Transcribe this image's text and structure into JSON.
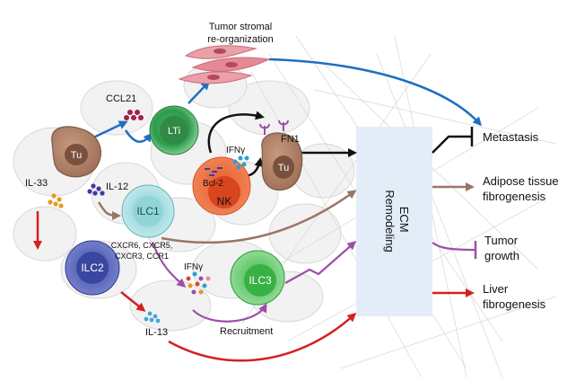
{
  "labels": {
    "tumor_stromal_line1": "Tumor stromal",
    "tumor_stromal_line2": "re-organization",
    "ccl21": "CCL21",
    "il12": "IL-12",
    "il33": "IL-33",
    "il13": "IL-13",
    "ifn_top": "IFNγ",
    "ifn_bottom": "IFNγ",
    "fn1": "FN1",
    "bcl2": "Bcl-2",
    "receptors_line1": "CXCR6, CXCR5,",
    "receptors_line2": "CXCR3, CCR1",
    "recruitment": "Recruitment",
    "ecm_line1": "ECM",
    "ecm_line2": "Remodeling"
  },
  "cells": {
    "tu_left": "Tu",
    "tu_right": "Tu",
    "lti": "LTi",
    "ilc1": "ILC1",
    "nk": "NK",
    "ilc2": "ILC2",
    "ilc3": "ILC3"
  },
  "outcomes": {
    "metastasis": "Metastasis",
    "adipose_line1": "Adipose tissue",
    "adipose_line2": "fibrogenesis",
    "tumor_line1": "Tumor",
    "tumor_line2": "growth",
    "liver_line1": "Liver",
    "liver_line2": "fibrogenesis"
  },
  "colors": {
    "blue_arrow": "#1f6fbf",
    "black_arrow": "#111111",
    "brown_arrow": "#9b7565",
    "purple_arrow": "#9c4fa8",
    "red_arrow": "#d42020",
    "ecm_box": "#e3edf8"
  },
  "icons": [
    "tumor-cell-icon",
    "stromal-fibroblast-icon",
    "cytokine-dots-icon",
    "receptor-icon"
  ]
}
